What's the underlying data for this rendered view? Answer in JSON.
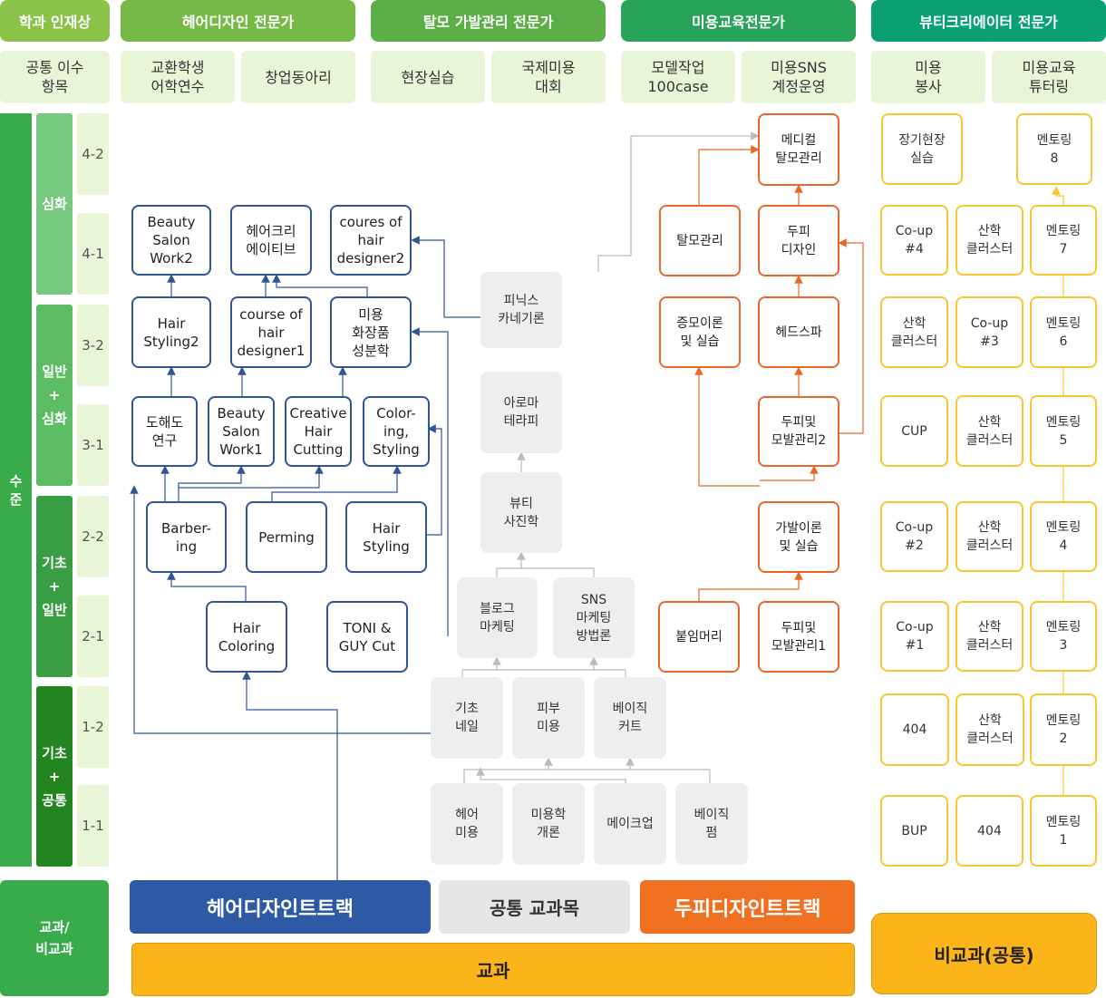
{
  "headers": [
    "학과 인재상",
    "헤어디자인 전문가",
    "탈모 가발관리 전문가",
    "미용교육전문가",
    "뷰티크리에이터 전문가"
  ],
  "subheaders": [
    "공통 이수\n항목",
    "교환학생\n어학연수",
    "창업동아리",
    "현장실습",
    "국제미용\n대회",
    "모델작업\n100case",
    "미용SNS\n계정운영",
    "미용\n봉사",
    "미용교육\n튜터링"
  ],
  "side": {
    "level": "수\n준",
    "groups": [
      "심화",
      "일반\n+\n심화",
      "기초\n+\n일반",
      "기초\n+\n공통"
    ],
    "levels": [
      "4-2",
      "4-1",
      "3-2",
      "3-1",
      "2-2",
      "2-1",
      "1-2",
      "1-1"
    ],
    "bottom": "교과/\n비교과"
  },
  "hair_track": [
    "Beauty\nSalon\nWork2",
    "헤어크리\n에이티브",
    "coures of\nhair\ndesigner2",
    "Hair\nStyling2",
    "course of\nhair\ndesigner1",
    "미용\n화장품\n성분학",
    "도해도\n연구",
    "Beauty\nSalon\nWork1",
    "Creative\nHair\nCutting",
    "Color-\ning,\nStyling",
    "Barber-\ning",
    "Perming",
    "Hair\nStyling",
    "Hair\nColoring",
    "TONI &\nGUY Cut"
  ],
  "common": [
    "피닉스\n카네기론",
    "아로마\n테라피",
    "뷰티\n사진학",
    "블로그\n마케팅",
    "SNS\n마케팅\n방법론",
    "기초\n네일",
    "피부\n미용",
    "베이직\n커트",
    "헤어\n미용",
    "미용학\n개론",
    "메이크업",
    "베이직\n펌"
  ],
  "scalp": [
    "메디컬\n탈모관리",
    "탈모관리",
    "두피\n디자인",
    "증모이론\n및 실습",
    "헤드스파",
    "두피및\n모발관리2",
    "가발이론\n및 실습",
    "붙임머리",
    "두피및\n모발관리1"
  ],
  "extra": [
    "장기현장\n실습",
    "멘토링\n8",
    "Co-up\n#4",
    "산학\n클러스터",
    "멘토링\n7",
    "산학\n클러스터",
    "Co-up\n#3",
    "멘토링\n6",
    "CUP",
    "산학\n클러스터",
    "멘토링\n5",
    "Co-up\n#2",
    "산학\n클러스터",
    "멘토링\n4",
    "Co-up\n#1",
    "산학\n클러스터",
    "멘토링\n3",
    "404",
    "산학\n클러스터",
    "멘토링\n2",
    "BUP",
    "404",
    "멘토링\n1"
  ],
  "legend": {
    "hair": "헤어디자인트트랙",
    "common": "공통 교과목",
    "scalp": "두피디자인트트랙",
    "curricular": "교과",
    "extracurricular": "비교과(공통)"
  },
  "colors": {
    "header_left": "#8bc34a",
    "header_right": "#0aa074",
    "hair": "#2f5596",
    "scalp": "#f07021",
    "curricular": "#fbb51a",
    "extra_border": "#f8c62f"
  }
}
